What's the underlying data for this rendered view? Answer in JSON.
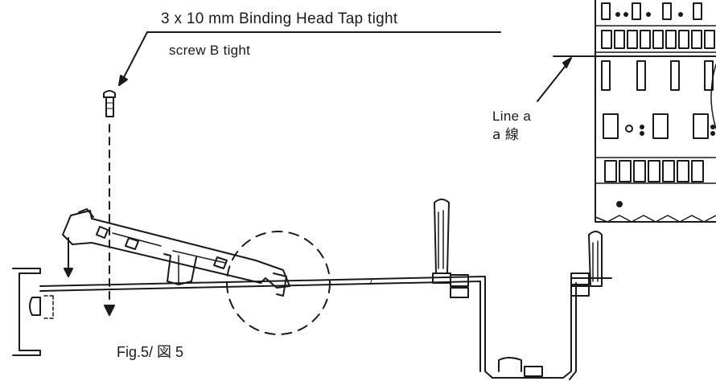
{
  "labels": {
    "screw_title": "3 x 10 mm Binding Head Tap tight",
    "screw_sub": "screw B tight",
    "line_a_en": "Line a",
    "line_a_jp": "a 線",
    "fig_caption": "Fig.5/ 図 5"
  },
  "colors": {
    "ink": "#1a1a1a",
    "paper": "#ffffff"
  }
}
